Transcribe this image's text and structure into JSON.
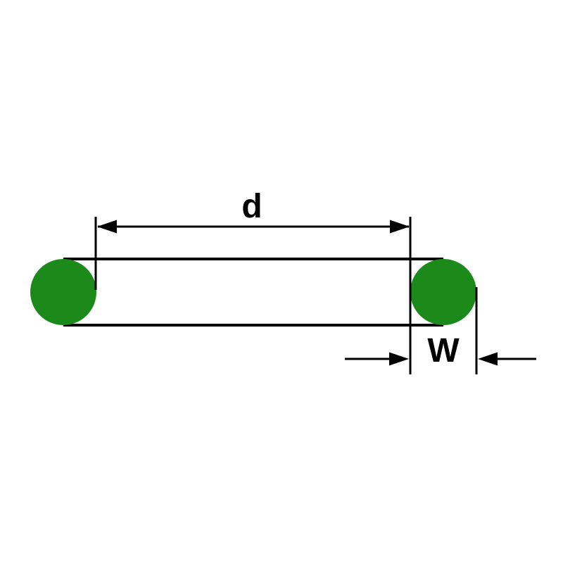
{
  "diagram": {
    "title": "o-ring-dimension-diagram",
    "labels": {
      "inner_diameter": "d",
      "cross_section_width": "W"
    },
    "colors": {
      "ring_fill": "#1b8a1b",
      "line": "#000000",
      "background": "#ffffff"
    }
  }
}
